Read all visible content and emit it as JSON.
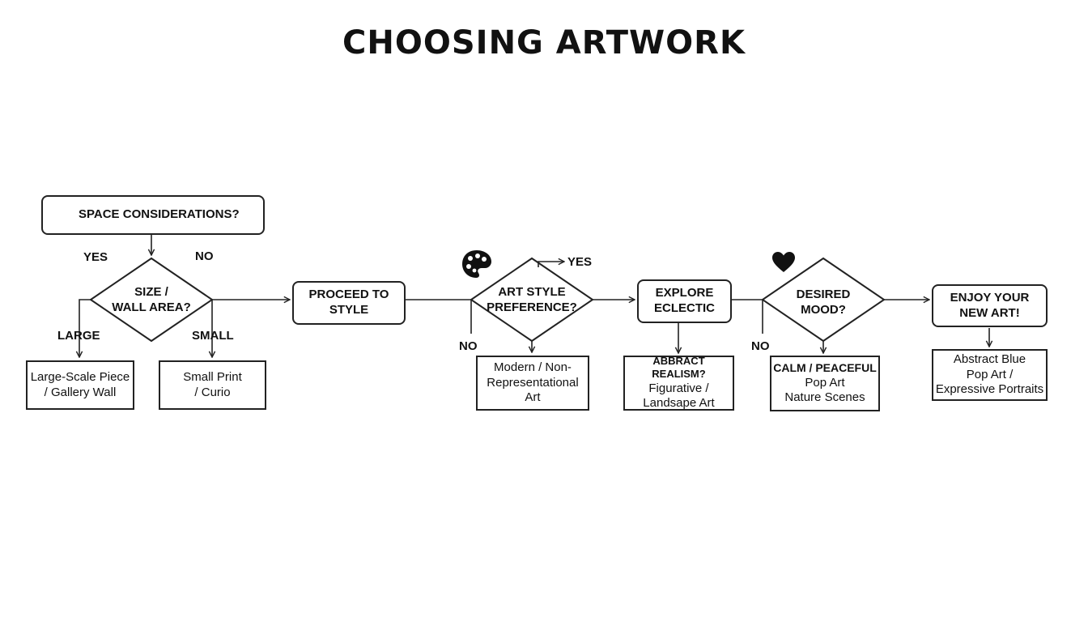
{
  "title": "CHOOSING ARTWORK",
  "nodes": {
    "space": "SPACE CONSIDERATIONS?",
    "size": "SIZE /\nWALL AREA?",
    "large_piece": "Large-Scale Piece\n/ Gallery Wall",
    "small_print": "Small Print\n/ Curio",
    "proceed": "PROCEED TO\nSTYLE",
    "art_style": "ART STYLE\nPREFERENCE?",
    "modern": "Modern / Non-\nRepresentational\nArt",
    "explore": "EXPLORE\nECLECTIC",
    "abbract": "ABBRACT REALISM?",
    "abbract_rest": "Figurative /\nLandsape Art",
    "mood": "DESIRED\nMOOD?",
    "calm": "CALM / PEACEFUL",
    "calm_rest": "Pop Art\nNature Scenes",
    "enjoy": "ENJOY YOUR\nNEW ART!",
    "final": "Abstract Blue\nPop Art /\nExpressive Portraits"
  },
  "branches": {
    "space_yes": "YES",
    "space_no": "NO",
    "large": "LARGE",
    "small": "SMALL",
    "style_yes": "YES",
    "style_no": "NO",
    "mood_no": "NO"
  },
  "icons": {
    "space": "ruler-icon",
    "style": "palette-icon",
    "mood": "heart-icon"
  },
  "colors": {
    "line": "#222222",
    "icon": "#111111"
  }
}
